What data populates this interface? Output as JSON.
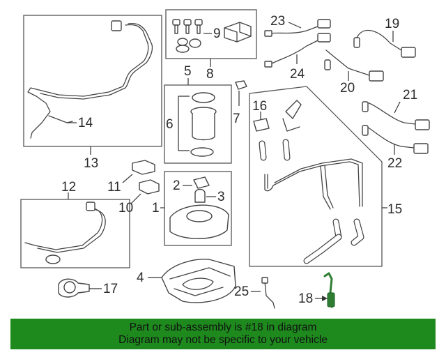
{
  "diagram": {
    "callouts": {
      "c1": "1",
      "c2": "2",
      "c3": "3",
      "c4": "4",
      "c5": "5",
      "c6": "6",
      "c7": "7",
      "c8": "8",
      "c9": "9",
      "c10": "10",
      "c11": "11",
      "c12": "12",
      "c13": "13",
      "c14": "14",
      "c15": "15",
      "c16": "16",
      "c17": "17",
      "c18": "18",
      "c19": "19",
      "c20": "20",
      "c21": "21",
      "c22": "22",
      "c23": "23",
      "c24": "24",
      "c25": "25"
    },
    "highlight_color": "#2e7d32"
  },
  "banner": {
    "line1": "Part or sub-assembly is #18 in diagram",
    "line2": "Diagram may not be specific to your vehicle",
    "background": "#1e8a1e"
  }
}
